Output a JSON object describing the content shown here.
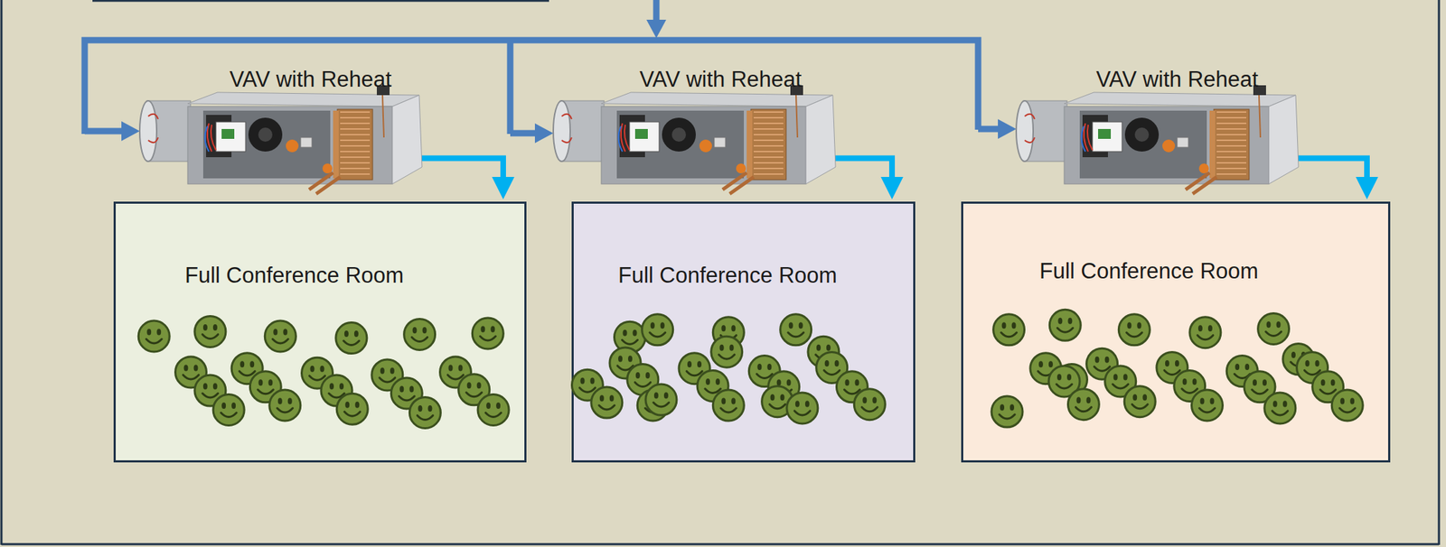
{
  "diagram": {
    "nodes": [
      {
        "text": [
          "VAV with Reheat"
        ]
      },
      {
        "text": [
          "VAV with Reheat"
        ]
      },
      {
        "text": [
          "VAV with Reheat"
        ]
      },
      {
        "text": [
          "Full Conference Room"
        ]
      },
      {
        "text": [
          "Full Conference Room"
        ]
      },
      {
        "text": [
          "Full Conference Room"
        ]
      }
    ],
    "edges": [
      {
        "from": 0,
        "to": 3,
        "arrow": "to"
      },
      {
        "from": 1,
        "to": 4,
        "arrow": "to"
      },
      {
        "from": 2,
        "to": 5,
        "arrow": "to"
      }
    ]
  }
}
